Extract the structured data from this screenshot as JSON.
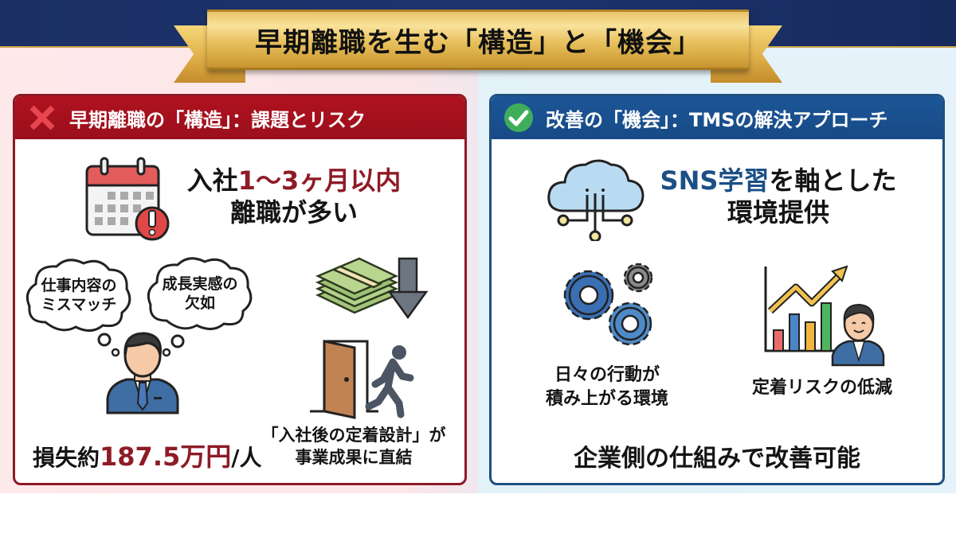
{
  "title": "早期離職を生む「構造」と「機会」",
  "colors": {
    "navy_band": "#1b2f63",
    "gold": "#e2b44c",
    "left_accent": "#9a0f1b",
    "right_accent": "#174a86",
    "highlight_red": "#8e1b26",
    "highlight_blue": "#1c4f86"
  },
  "left_panel": {
    "header": "早期離職の「構造」：課題とリスク",
    "header_icon": "x-mark-icon",
    "headline": {
      "prefix": "入社",
      "highlight": "1〜3ヶ月以内",
      "line2": "離職が多い"
    },
    "headline_icon": "calendar-warning-icon",
    "thought_bubbles": [
      {
        "line1": "仕事内容の",
        "line2": "ミスマッチ"
      },
      {
        "line1": "成長実感の",
        "line2": "欠如"
      }
    ],
    "person_icon": "businessman-icon",
    "money_icon": "money-down-icon",
    "exit_icon": "door-exit-icon",
    "loss": {
      "prefix": "損失約",
      "amount": "187.5万円",
      "suffix": "/人"
    },
    "conclusion": {
      "line1": "「入社後の定着設計」が",
      "line2": "事業成果に直結"
    }
  },
  "right_panel": {
    "header": "改善の「機会」：TMSの解決アプローチ",
    "header_icon": "check-circle-icon",
    "headline": {
      "highlight": "SNS学習",
      "rest": "を軸とした",
      "line2": "環境提供"
    },
    "headline_icon": "cloud-network-icon",
    "items": [
      {
        "icon": "gears-icon",
        "line1": "日々の行動が",
        "line2": "積み上がる環境"
      },
      {
        "icon": "growth-chart-person-icon",
        "line1": "定着リスクの低減",
        "line2": ""
      }
    ],
    "footer": "企業側の仕組みで改善可能"
  }
}
